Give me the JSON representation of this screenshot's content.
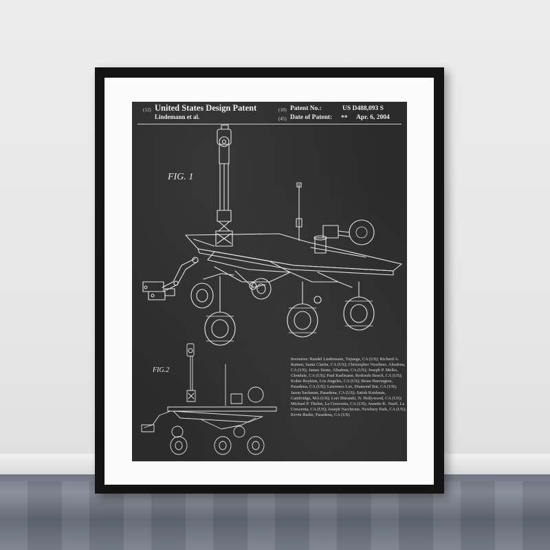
{
  "patent": {
    "code_12": "(12)",
    "title": "United States Design Patent",
    "authors": "Lindemann et al.",
    "code_10": "(10)",
    "patent_no_label": "Patent No.:",
    "patent_no": "US D488,093 S",
    "code_45": "(45)",
    "date_label": "Date of Patent:",
    "date_marks": "**",
    "date": "Apr. 6, 2004"
  },
  "figures": {
    "fig1": "FIG. 1",
    "fig2": "FIG.2"
  },
  "inventors": {
    "label": "Inventors:",
    "text": "Randel Lindemann, Tujunga, CA (US); Richard A. Rainen, Santa Clarita, CA (US); Christopher Voorhees, Altadena, CA (US); James Stone, Altadena, CA (US); Joseph P. Melko, Glendale, CA (US); Paul Karlmann, Redondo Beach, CA (US); Kobie Boykins, Los Angeles, CA (US); Brian Harrington, Pasadena, CA (US); Lawrence Lee, Diamond Bar, CA (US); Jason Suchman, Pasadena, CA (US); Satish Krishnan, Cambridge, MA (US); Lori Shiraishi, N. Hollywood, CA (US); Michael P. Thelen, La Crescenta, CA (US); Annette K. Nasif, La Crescenta, CA (US); Joseph Vacchione, Newbury Park, CA (US); Kevin Burke, Pasadena, CA (US)"
  },
  "colors": {
    "chalkboard": "#2b2b2b",
    "frame": "#141414",
    "mat": "#fbfbfb",
    "line": "#e6e6e6"
  }
}
